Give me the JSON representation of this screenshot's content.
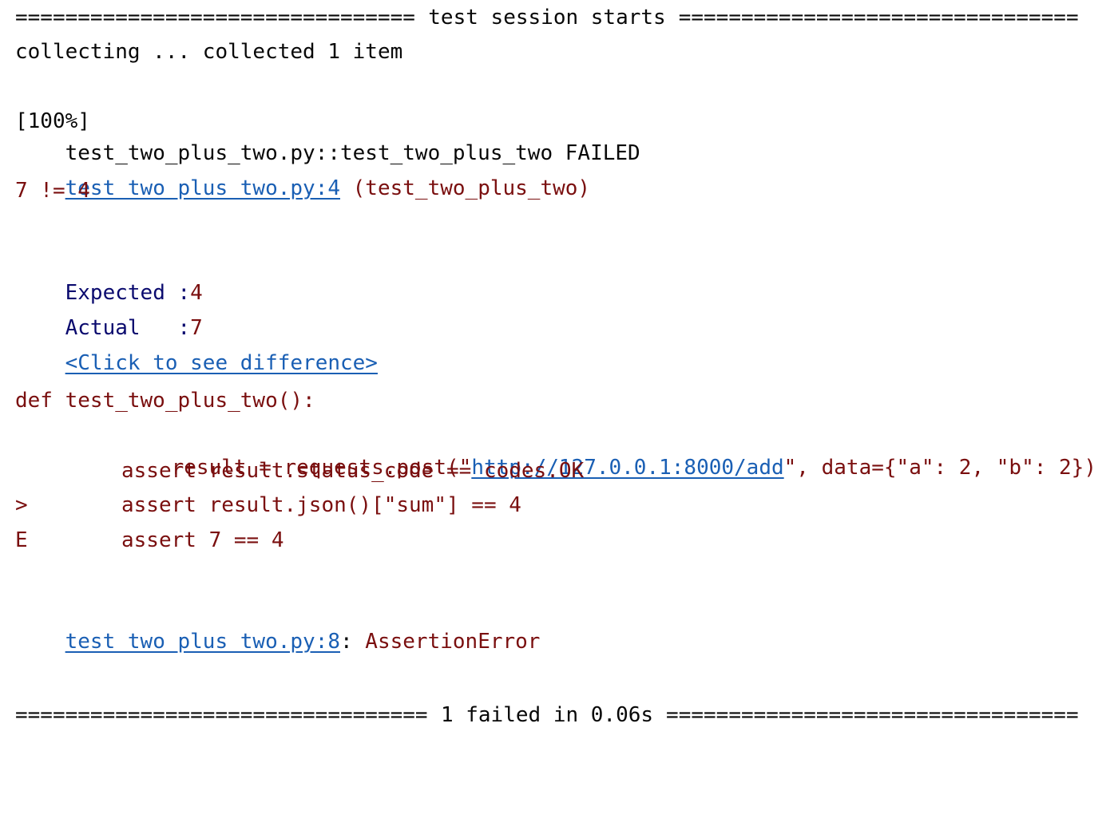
{
  "header": {
    "fill": "===========================================================",
    "title": "test session starts"
  },
  "collecting": "collecting ... collected 1 item",
  "result_line": {
    "test_id": "test_two_plus_two.py::test_two_plus_two",
    "status": "FAILED",
    "progress": "[100%]"
  },
  "location": {
    "link": "test_two_plus_two.py:4",
    "func": "(test_two_plus_two)"
  },
  "mismatch": "7 != 4",
  "comparison": {
    "expected_label": "Expected :",
    "expected_value": "4",
    "actual_label": "Actual   :",
    "actual_value": "7",
    "diff_link": "<Click to see difference>"
  },
  "code": {
    "def_line": "def test_two_plus_two():",
    "line1_prefix": "result = requests.post(\"",
    "line1_url": "http://127.0.0.1:8000/add",
    "line1_suffix": "\", data={\"a\": 2, \"b\": 2})",
    "line2": "assert result.status_code == codes.OK",
    "line3_marker": ">",
    "line3": "assert result.json()[\"sum\"] == 4",
    "line4_marker": "E",
    "line4": "assert 7 == 4"
  },
  "error": {
    "link": "test_two_plus_two.py:8",
    "separator": ":",
    "message": " AssertionError"
  },
  "footer": {
    "fill": "===========================================================",
    "summary": "1 failed in 0.06s"
  },
  "colors": {
    "text": "#080808",
    "error_red": "#7a0f0f",
    "label_navy": "#0a0a6e",
    "link_blue": "#1a5fb4",
    "background": "#ffffff"
  }
}
